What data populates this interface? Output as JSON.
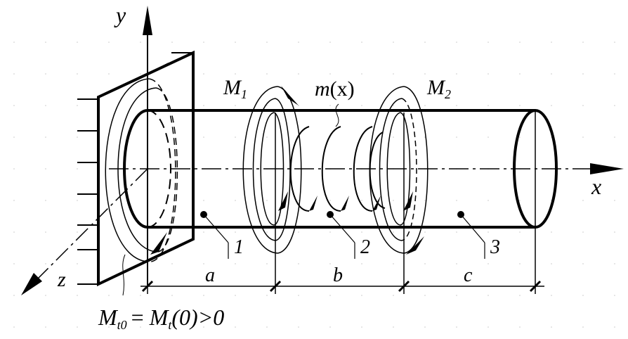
{
  "axes": {
    "x_label": "x",
    "y_label": "y",
    "z_label": "z"
  },
  "moments": {
    "m1_main": "M",
    "m1_sub": "1",
    "m2_main": "M",
    "m2_sub": "2",
    "distributed_main": "m",
    "distributed_arg": "(x)"
  },
  "segments": {
    "a": "a",
    "b": "b",
    "c": "c"
  },
  "sections": [
    "1",
    "2",
    "3"
  ],
  "support_moment": {
    "lhs_main": "M",
    "lhs_sub": "t0",
    "eq": "= ",
    "rhs_main": "M",
    "rhs_sub": "t",
    "rhs_tail": "(0)>0"
  },
  "colors": {
    "line": "#000000",
    "background": "#ffffff"
  }
}
